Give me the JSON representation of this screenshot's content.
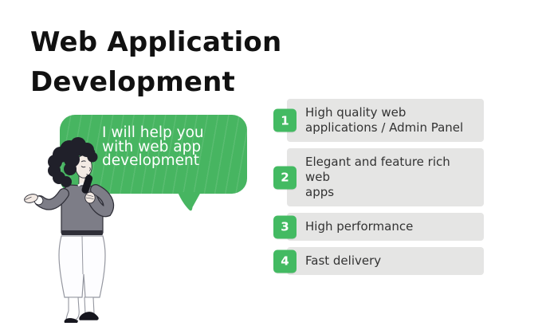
{
  "title": {
    "lines": [
      "Web Application",
      "Development"
    ]
  },
  "speech_bubble": {
    "lines": [
      "I will help you",
      "with web app",
      "development"
    ],
    "bubble_color": "#47b561",
    "text_color": "#ffffff"
  },
  "illustration": {
    "description": "woman with curly hair speaking into microphone"
  },
  "features": {
    "panel_color": "#e5e5e4",
    "badge_color": "#43ba62",
    "text_color": "#333333",
    "items": [
      {
        "number": "1",
        "lines": [
          "High quality web",
          "applications / Admin Panel"
        ]
      },
      {
        "number": "2",
        "lines": [
          "Elegant and feature rich web",
          "apps"
        ]
      },
      {
        "number": "3",
        "lines": [
          "High performance"
        ]
      },
      {
        "number": "4",
        "lines": [
          "Fast delivery"
        ]
      }
    ]
  }
}
